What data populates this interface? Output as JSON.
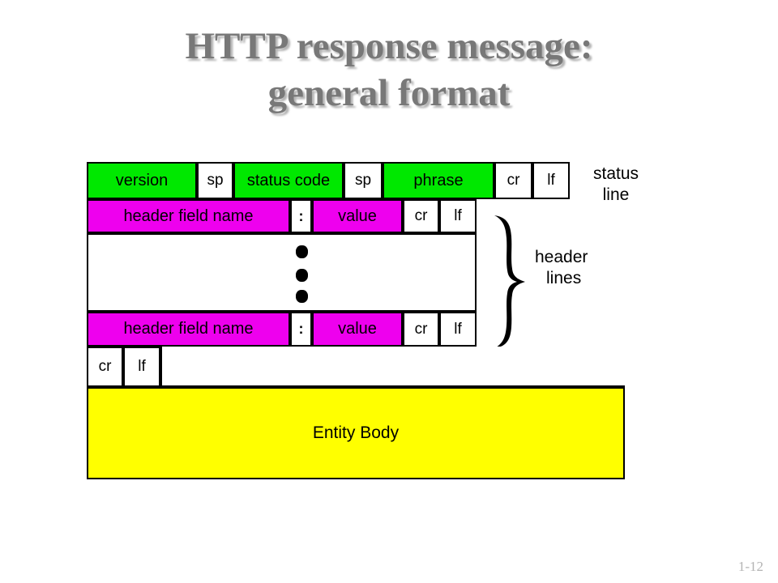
{
  "slide": {
    "title_line1": "HTTP response message:",
    "title_line2": "general format",
    "page_number": "1-12",
    "colors": {
      "green": "#00e800",
      "magenta": "#ee00ee",
      "yellow": "#ffff00",
      "border": "#000000",
      "title_gray": "#787878",
      "page_number_gray": "#b4b4b4"
    }
  },
  "diagram": {
    "status_line": {
      "label_line1": "status",
      "label_line2": "line",
      "cells": [
        {
          "text": "version",
          "color": "green"
        },
        {
          "text": "sp",
          "color": "white"
        },
        {
          "text": "status code",
          "color": "green"
        },
        {
          "text": "sp",
          "color": "white"
        },
        {
          "text": "phrase",
          "color": "green"
        },
        {
          "text": "cr",
          "color": "white"
        },
        {
          "text": "lf",
          "color": "white"
        }
      ]
    },
    "header_lines": {
      "label_line1": "header",
      "label_line2": "lines",
      "first_row": [
        {
          "text": "header field name",
          "color": "magenta"
        },
        {
          "text": ":",
          "color": "white"
        },
        {
          "text": "value",
          "color": "magenta"
        },
        {
          "text": "cr",
          "color": "white"
        },
        {
          "text": "lf",
          "color": "white"
        }
      ],
      "ellipsis": "vertical-three-dots",
      "last_row": [
        {
          "text": "header field name",
          "color": "magenta"
        },
        {
          "text": ":",
          "color": "white"
        },
        {
          "text": "value",
          "color": "magenta"
        },
        {
          "text": "cr",
          "color": "white"
        },
        {
          "text": "lf",
          "color": "white"
        }
      ]
    },
    "blank_line": {
      "cells": [
        {
          "text": "cr",
          "color": "white"
        },
        {
          "text": "lf",
          "color": "white"
        },
        {
          "text": "",
          "color": "white"
        }
      ]
    },
    "entity_body": {
      "text": "Entity Body",
      "color": "yellow"
    }
  }
}
